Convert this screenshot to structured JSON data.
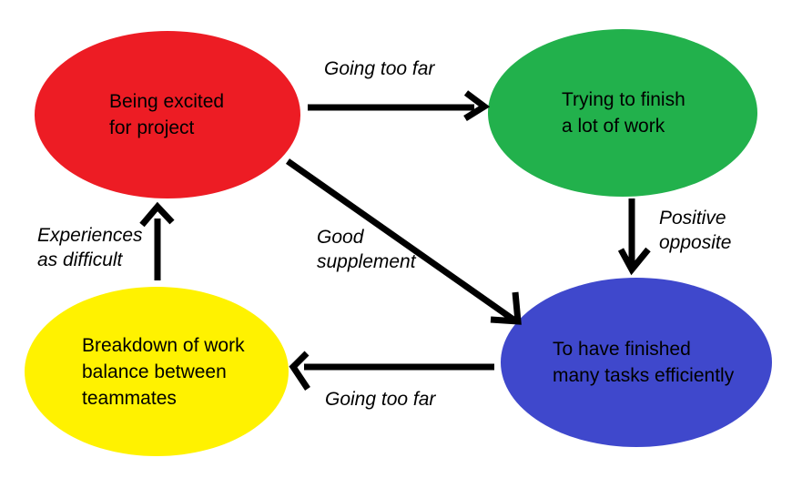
{
  "canvas": {
    "background_color": "#ffffff",
    "arrow_color": "#000000",
    "text_color": "#000000"
  },
  "nodes": {
    "excited": {
      "line1": "Being excited",
      "line2": "for project",
      "color": "#ED1C24"
    },
    "trying": {
      "line1": "Trying to finish",
      "line2": "a lot of work",
      "color": "#22B14C"
    },
    "finished": {
      "line1": "To have finished",
      "line2": "many tasks efficiently",
      "color": "#3F48CC"
    },
    "breakdown": {
      "line1": "Breakdown of work",
      "line2": "balance between",
      "line3": "teammates",
      "color": "#FFF200"
    }
  },
  "edges": {
    "excited_to_trying": {
      "label": "Going too far"
    },
    "trying_to_finished": {
      "line1": "Positive",
      "line2": "opposite"
    },
    "excited_to_finished": {
      "line1": "Good",
      "line2": "supplement"
    },
    "finished_to_breakdown": {
      "label": "Going too far"
    },
    "breakdown_to_excited": {
      "line1": "Experiences",
      "line2": "as difficult"
    }
  }
}
